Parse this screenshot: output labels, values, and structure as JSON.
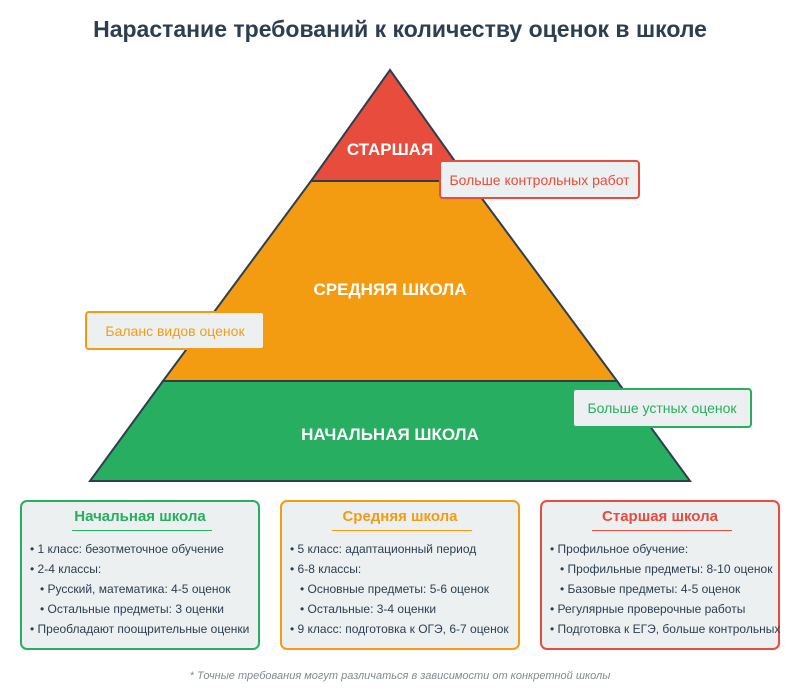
{
  "title": "Нарастание требований к количеству оценок в школе",
  "pyramid": {
    "levels": [
      {
        "label": "СТАРШАЯ",
        "color": "#e74c3c"
      },
      {
        "label": "СРЕДНЯЯ ШКОЛА",
        "color": "#f39c12"
      },
      {
        "label": "НАЧАЛЬНАЯ ШКОЛА",
        "color": "#27ae60"
      }
    ],
    "notes": {
      "top": "Больше контрольных работ",
      "middle": "Баланс видов оценок",
      "bottom": "Больше устных оценок"
    }
  },
  "cards": [
    {
      "title": "Начальная школа",
      "color": "#27ae60",
      "lines": [
        "• 1 класс: безотметочное обучение",
        "• 2-4 классы:",
        "• Русский, математика: 4-5 оценок",
        "• Остальные предметы: 3 оценки",
        "• Преобладают поощрительные оценки"
      ]
    },
    {
      "title": "Средняя школа",
      "color": "#f39c12",
      "lines": [
        "• 5 класс: адаптационный период",
        "• 6-8 классы:",
        "• Основные предметы: 5-6 оценок",
        "• Остальные: 3-4 оценки",
        "• 9 класс: подготовка к ОГЭ, 6-7 оценок"
      ]
    },
    {
      "title": "Старшая школа",
      "color": "#e74c3c",
      "lines": [
        "• Профильное обучение:",
        "• Профильные предметы: 8-10 оценок",
        "• Базовые предметы: 4-5 оценок",
        "• Регулярные проверочные работы",
        "• Подготовка к ЕГЭ, больше контрольных"
      ]
    }
  ],
  "footnote": "* Точные требования могут различаться в зависимости от конкретной школы"
}
